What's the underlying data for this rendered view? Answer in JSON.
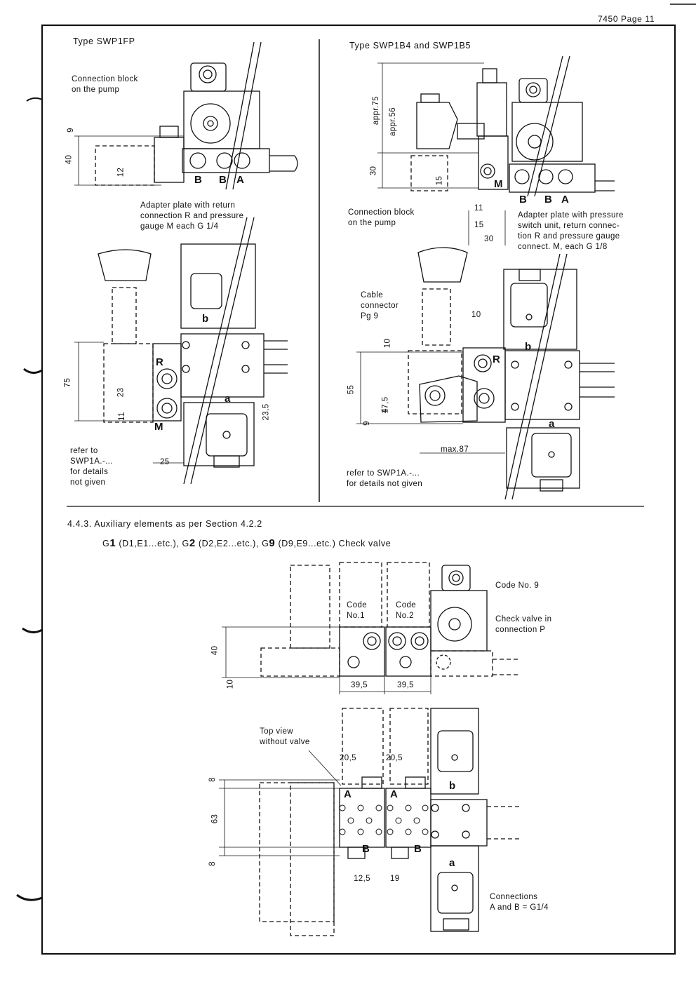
{
  "header": {
    "page_ref": "7450  Page 11"
  },
  "left": {
    "title": "Type SWP1FP",
    "conn_block": "Connection block\non the pump",
    "adapter_note": "Adapter plate with return\nconnection R and pressure\ngauge M each G 1/4",
    "dims_top": [
      "9",
      "40",
      "12"
    ],
    "ports_top": [
      "B",
      "B",
      "A"
    ],
    "dims_side": [
      "75",
      "23",
      "11",
      "23,5",
      "25"
    ],
    "ports": [
      "R",
      "M",
      "a",
      "b"
    ],
    "refer": "refer to\nSWP1A.-...\nfor details\nnot given"
  },
  "right": {
    "title": "Type SWP1B4 and SWP1B5",
    "dims_top": [
      "appr.75",
      "appr.56",
      "30",
      "15",
      "11",
      "15",
      "30"
    ],
    "port_m": "M",
    "ports_top": [
      "B",
      "B",
      "A"
    ],
    "conn_block": "Connection block\non the pump",
    "adapter_note": "Adapter plate with pressure\nswitch unit, return connec-\ntion R and pressure gauge\nconnect. M, each G 1/8",
    "cable": "Cable\nconnector\nPg 9",
    "dims_side": [
      "10",
      "10",
      "55",
      "17,5",
      "4",
      "9",
      "max.87"
    ],
    "ports": [
      "R",
      "a",
      "b"
    ],
    "refer": "refer to SWP1A.-...\nfor details not given"
  },
  "aux": {
    "heading": "4.4.3. Auxiliary elements as per Section 4.2.2",
    "sub_g1": "G",
    "sub_g1_num": "1",
    "sub_g1_rest": "(D1,E1...etc.), G",
    "sub_g2_num": "2",
    "sub_g2_rest": "(D2,E2...etc.), G",
    "sub_g9_num": "9",
    "sub_g9_rest": "(D9,E9...etc.) Check valve",
    "code1": "Code\nNo.1",
    "code2": "Code\nNo.2",
    "code9": "Code No. 9",
    "check_valve": "Check valve in\nconnection P",
    "dims_front": [
      "40",
      "10",
      "39,5",
      "39,5"
    ],
    "top_view": "Top view\nwithout valve",
    "dims_top": [
      "20,5",
      "20,5",
      "8",
      "63",
      "8",
      "12,5",
      "19"
    ],
    "ports": [
      "A",
      "A",
      "B",
      "B",
      "b",
      "a"
    ],
    "connections": "Connections\nA and B = G1/4"
  }
}
